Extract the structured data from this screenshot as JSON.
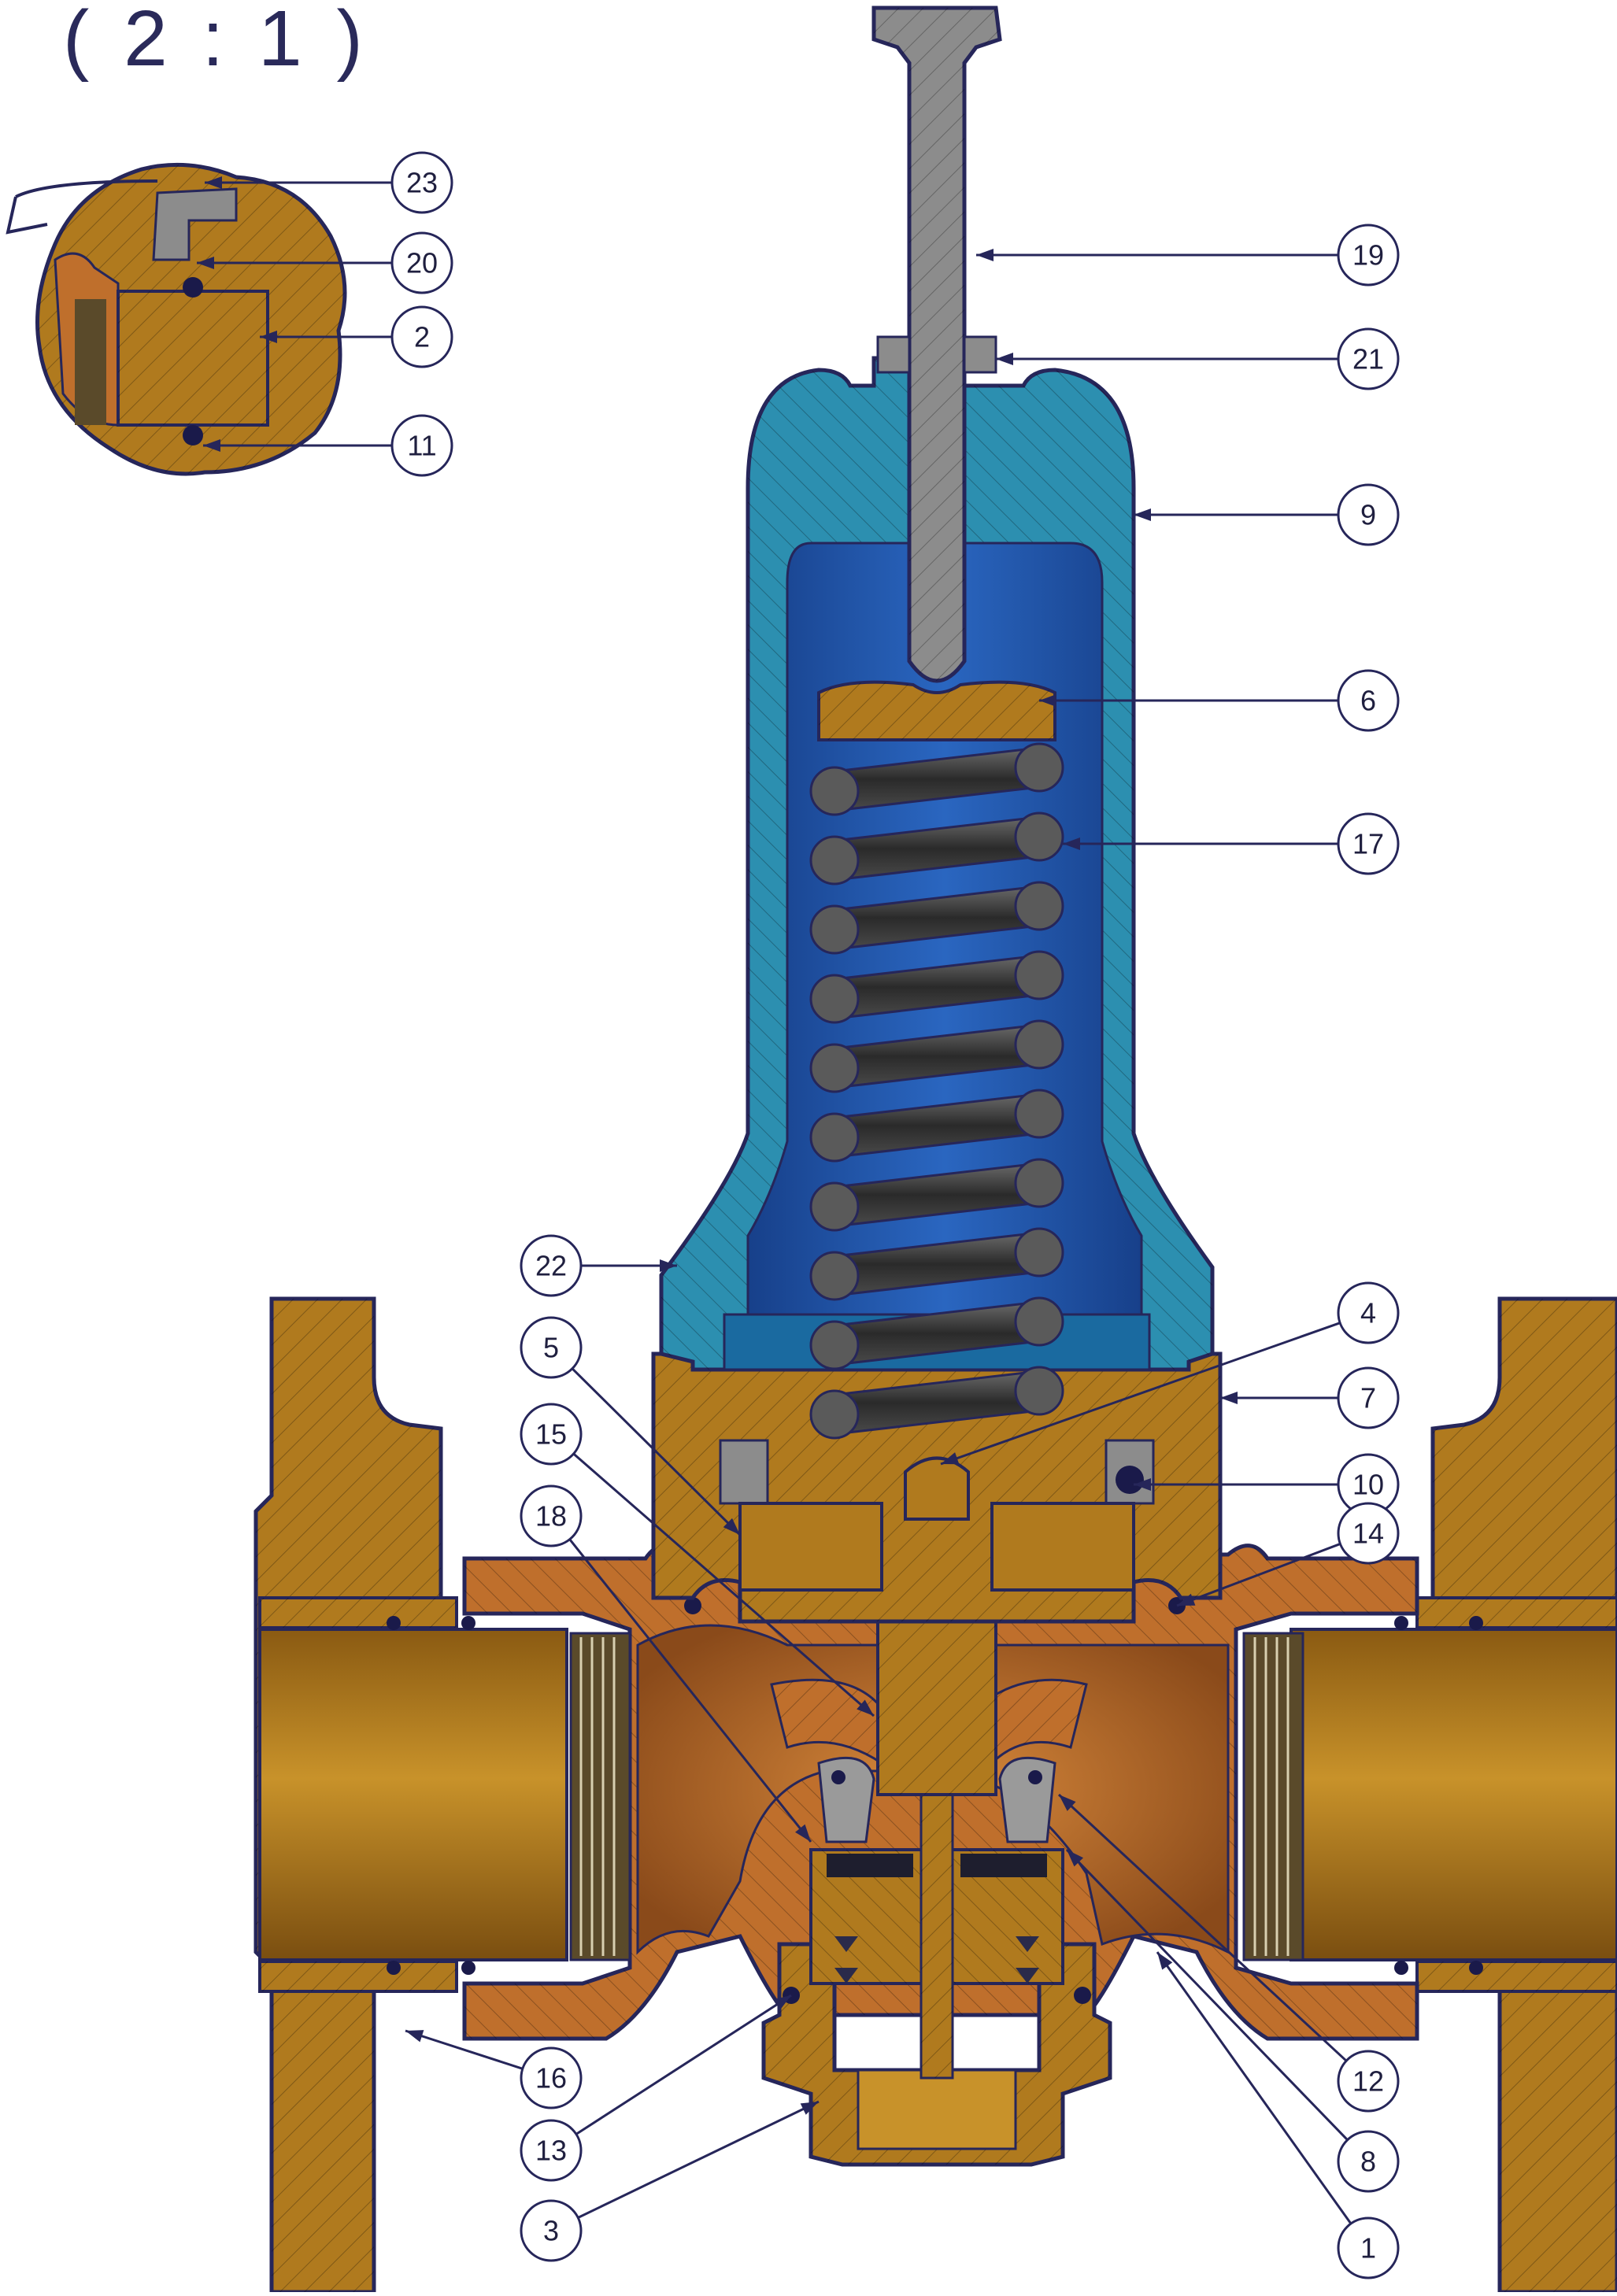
{
  "detail_scale": "( 2 : 1 )",
  "colors": {
    "outline": "#26265a",
    "bronze": "#b07a1e",
    "copper": "#bf6f2c",
    "bonnet_blue": "#2c8fb0",
    "bonnet_inner": "#1e5aa8",
    "steel_grey": "#8c8c8c",
    "spring_dark": "#3a3a3a",
    "seal_navy": "#1a1a4a"
  },
  "callouts": [
    {
      "id": "1",
      "label": "1"
    },
    {
      "id": "2",
      "label": "2"
    },
    {
      "id": "3",
      "label": "3"
    },
    {
      "id": "4",
      "label": "4"
    },
    {
      "id": "5",
      "label": "5"
    },
    {
      "id": "6",
      "label": "6"
    },
    {
      "id": "7",
      "label": "7"
    },
    {
      "id": "8",
      "label": "8"
    },
    {
      "id": "9",
      "label": "9"
    },
    {
      "id": "10",
      "label": "10"
    },
    {
      "id": "11",
      "label": "11"
    },
    {
      "id": "12",
      "label": "12"
    },
    {
      "id": "13",
      "label": "13"
    },
    {
      "id": "14",
      "label": "14"
    },
    {
      "id": "15",
      "label": "15"
    },
    {
      "id": "16",
      "label": "16"
    },
    {
      "id": "17",
      "label": "17"
    },
    {
      "id": "18",
      "label": "18"
    },
    {
      "id": "19",
      "label": "19"
    },
    {
      "id": "20",
      "label": "20"
    },
    {
      "id": "21",
      "label": "21"
    },
    {
      "id": "22",
      "label": "22"
    },
    {
      "id": "23",
      "label": "23"
    }
  ]
}
